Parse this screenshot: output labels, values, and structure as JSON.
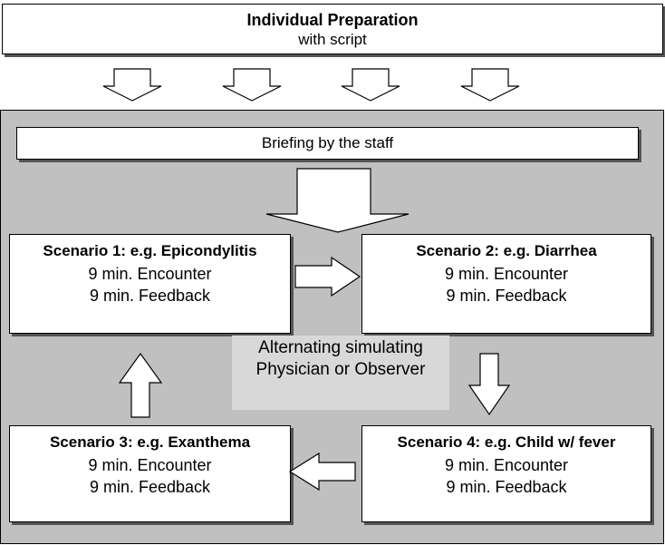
{
  "header": {
    "title": "Individual Preparation",
    "subtitle": "with script"
  },
  "briefing": "Briefing by the staff",
  "scenarios": [
    {
      "title": "Scenario 1: e.g. Epicondylitis",
      "line1": "9 min. Encounter",
      "line2": "9 min. Feedback"
    },
    {
      "title": "Scenario 2: e.g. Diarrhea",
      "line1": "9 min. Encounter",
      "line2": "9 min. Feedback"
    },
    {
      "title": "Scenario 3: e.g. Exanthema",
      "line1": "9 min. Encounter",
      "line2": "9 min. Feedback"
    },
    {
      "title": "Scenario 4: e.g. Child w/ fever",
      "line1": "9 min. Encounter",
      "line2": "9 min. Feedback"
    }
  ],
  "center_note": {
    "line1": "Alternating simulating",
    "line2": "Physician or Observer"
  },
  "colors": {
    "panel_background": "#c0c0c0",
    "note_background": "#d8d8d8",
    "box_background": "#ffffff"
  }
}
